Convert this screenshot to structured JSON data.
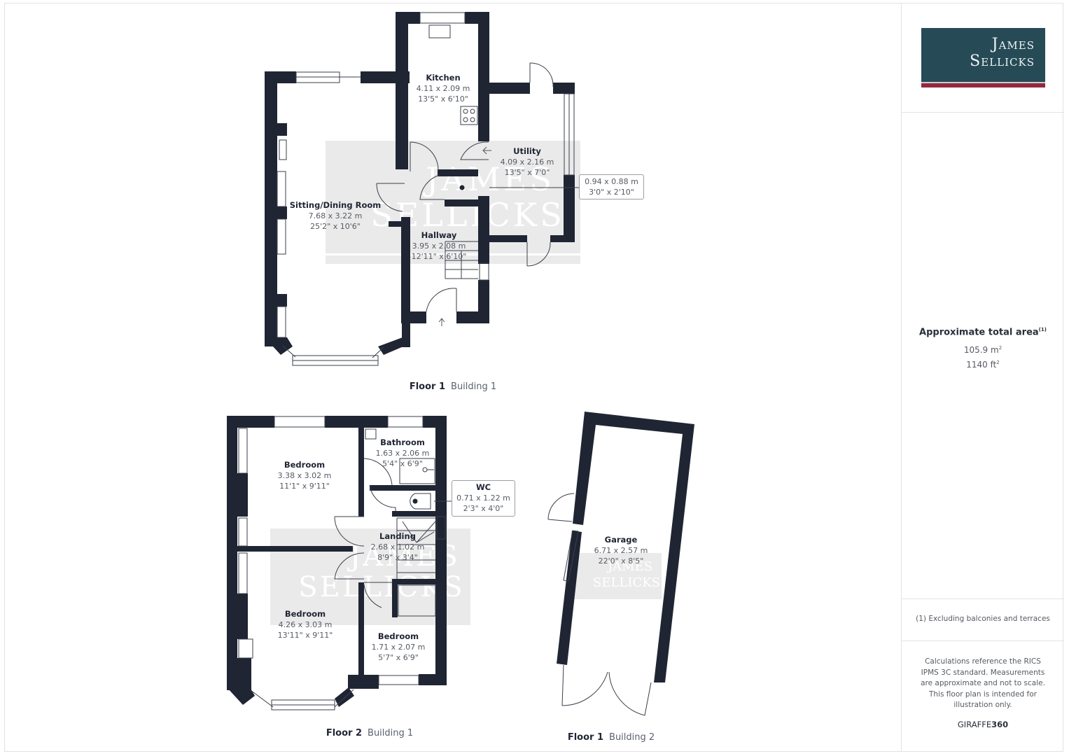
{
  "brand": {
    "logo_line1": "James",
    "logo_line2": "Sellicks",
    "colors": {
      "logo_bg": "#264b57",
      "logo_stripe": "#95283f",
      "wall": "#1f2533",
      "watermark": "#e6e6e6"
    }
  },
  "floors": [
    {
      "floor": "Floor 1",
      "building": "Building 1",
      "rooms": [
        {
          "name": "Kitchen",
          "metric": "4.11 x 2.09 m",
          "imperial": "13'5\" x 6'10\""
        },
        {
          "name": "Utility",
          "metric": "4.09 x 2.16 m",
          "imperial": "13'5\" x 7'0\""
        },
        {
          "name": "Sitting/Dining Room",
          "metric": "7.68 x 3.22 m",
          "imperial": "25'2\" x 10'6\""
        },
        {
          "name": "Hallway",
          "metric": "3.95 x 2.08 m",
          "imperial": "12'11\" x 6'10\""
        }
      ],
      "callouts": [
        {
          "metric": "0.94 x 0.88 m",
          "imperial": "3'0\" x 2'10\""
        }
      ]
    },
    {
      "floor": "Floor 2",
      "building": "Building 1",
      "rooms": [
        {
          "name": "Bedroom",
          "metric": "3.38 x 3.02 m",
          "imperial": "11'1\" x 9'11\""
        },
        {
          "name": "Bathroom",
          "metric": "1.63 x 2.06 m",
          "imperial": "5'4\" x 6'9\""
        },
        {
          "name": "Landing",
          "metric": "2.68 x 1.02 m",
          "imperial": "8'9\" x 3'4\""
        },
        {
          "name": "Bedroom",
          "metric": "4.26 x 3.03 m",
          "imperial": "13'11\" x 9'11\""
        },
        {
          "name": "Bedroom",
          "metric": "1.71 x 2.07 m",
          "imperial": "5'7\" x 6'9\""
        }
      ],
      "callouts": [
        {
          "name": "WC",
          "metric": "0.71 x 1.22 m",
          "imperial": "2'3\" x 4'0\""
        }
      ]
    },
    {
      "floor": "Floor 1",
      "building": "Building 2",
      "rooms": [
        {
          "name": "Garage",
          "metric": "6.71 x 2.57 m",
          "imperial": "22'0\" x 8'5\""
        }
      ]
    }
  ],
  "summary": {
    "title": "Approximate total area",
    "title_footnote": "(1)",
    "area_m2": "105.9 m",
    "area_ft2": "1140 ft",
    "sup": "2",
    "footnote": "(1) Excluding balconies and terraces",
    "disclaimer": "Calculations reference the RICS IPMS 3C standard. Measurements are approximate and not to scale. This floor plan is intended for illustration only.",
    "credit_light": "GIRAFFE",
    "credit_bold": "360"
  }
}
